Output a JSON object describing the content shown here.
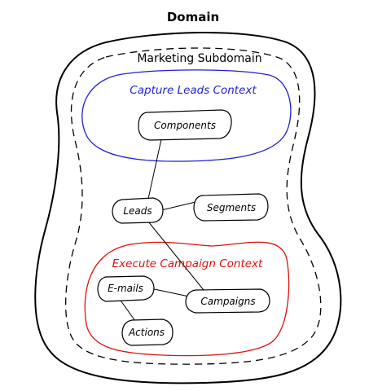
{
  "diagram": {
    "title": "Domain",
    "subdomain": "Marketing Subdomain",
    "contexts": {
      "capture": {
        "label": "Capture Leads Context",
        "color": "#1f1fd6"
      },
      "execute": {
        "label": "Execute Campaign Context",
        "color": "#e01010"
      }
    },
    "nodes": {
      "components": "Components",
      "leads": "Leads",
      "segments": "Segments",
      "emails": "E-mails",
      "campaigns": "Campaigns",
      "actions": "Actions"
    },
    "edges": [
      [
        "components",
        "leads"
      ],
      [
        "leads",
        "segments"
      ],
      [
        "leads",
        "campaigns"
      ],
      [
        "emails",
        "campaigns"
      ],
      [
        "emails",
        "actions"
      ]
    ]
  }
}
